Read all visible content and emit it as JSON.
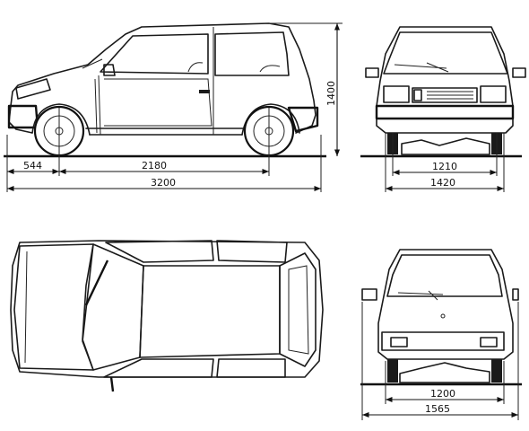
{
  "dimensions": {
    "front_overhang": "544",
    "wheelbase": "2180",
    "overall_length": "3200",
    "height": "1400",
    "front_track": "1210",
    "width_front": "1420",
    "rear_track": "1200",
    "width_mirrors": "1565"
  }
}
